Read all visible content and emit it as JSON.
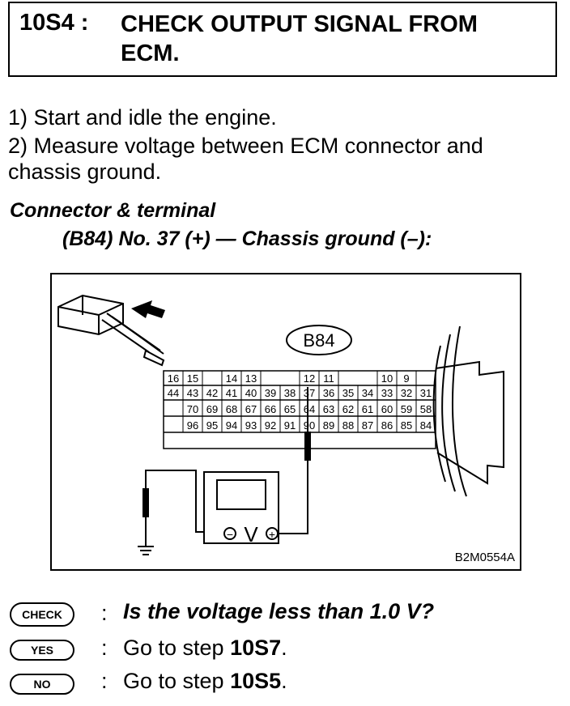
{
  "step": {
    "id": "10S4 :",
    "title_line1": "CHECK OUTPUT SIGNAL FROM",
    "title_line2": "ECM."
  },
  "instructions": {
    "line1": "1)  Start and idle the engine.",
    "line2": "2)  Measure voltage between ECM connector and",
    "line3": "chassis ground."
  },
  "connector": {
    "heading": "Connector & terminal",
    "spec": "(B84) No. 37 (+) — Chassis ground (–):"
  },
  "diagram": {
    "connector_label": "B84",
    "figure_code": "B2M0554A",
    "row1_left": [
      "16",
      "15",
      "14",
      "13",
      "12",
      "11",
      "10",
      "9"
    ],
    "row2": [
      "44",
      "43",
      "42",
      "41",
      "40",
      "39",
      "38",
      "37",
      "36",
      "35",
      "34",
      "33",
      "32",
      "31"
    ],
    "row3": [
      "70",
      "69",
      "68",
      "67",
      "66",
      "65",
      "64",
      "63",
      "62",
      "61",
      "60",
      "59",
      "58"
    ],
    "row4": [
      "96",
      "95",
      "94",
      "93",
      "92",
      "91",
      "90",
      "89",
      "88",
      "87",
      "86",
      "85",
      "84"
    ],
    "meter_symbol": "V",
    "minus_symbol": "−",
    "plus_symbol": "+"
  },
  "checks": {
    "check_label": "CHECK",
    "yes_label": "YES",
    "no_label": "NO",
    "colon": ":",
    "question": "Is the voltage less than 1.0 V?",
    "yes_prefix": "Go to step ",
    "yes_step": "10S7",
    "no_prefix": "Go to step ",
    "no_step": "10S5",
    "period": "."
  }
}
